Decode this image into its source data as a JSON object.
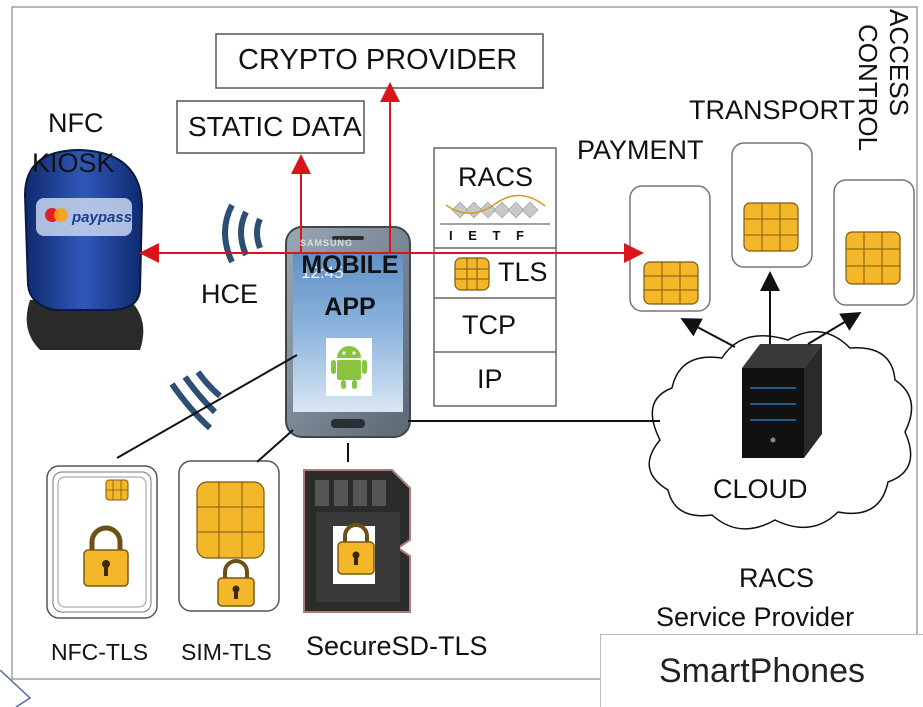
{
  "labels": {
    "crypto_provider": "CRYPTO PROVIDER",
    "static_data": "STATIC DATA",
    "nfc": "NFC",
    "kiosk": "KIOSK",
    "hce": "HCE",
    "mobile": "MOBILE",
    "app": "APP",
    "phone_brand": "SAMSUNG",
    "phone_time": "12:45",
    "payment": "PAYMENT",
    "transport": "TRANSPORT",
    "access": "ACCESS",
    "control": "CONTROL",
    "cloud": "CLOUD",
    "racs": "RACS",
    "service_provider": "Service Provider",
    "nfc_tls": "NFC-TLS",
    "sim_tls": "SIM-TLS",
    "securesd_tls": "SecureSD-TLS",
    "smartphones": "SmartPhones",
    "kiosk_brand": "paypass",
    "kiosk_maker": "MasterCard"
  },
  "stack": {
    "racs": "RACS",
    "ietf": "I E T F",
    "tls": "TLS",
    "tcp": "TCP",
    "ip": "IP"
  },
  "colors": {
    "arrow_red": "#d9151b",
    "chip_gold": "#f5b72a",
    "chip_line": "#7a5a10",
    "wave_blue": "#2d4f73",
    "kiosk_blue": "#1f3c8c",
    "android_green": "#8ac43f"
  }
}
